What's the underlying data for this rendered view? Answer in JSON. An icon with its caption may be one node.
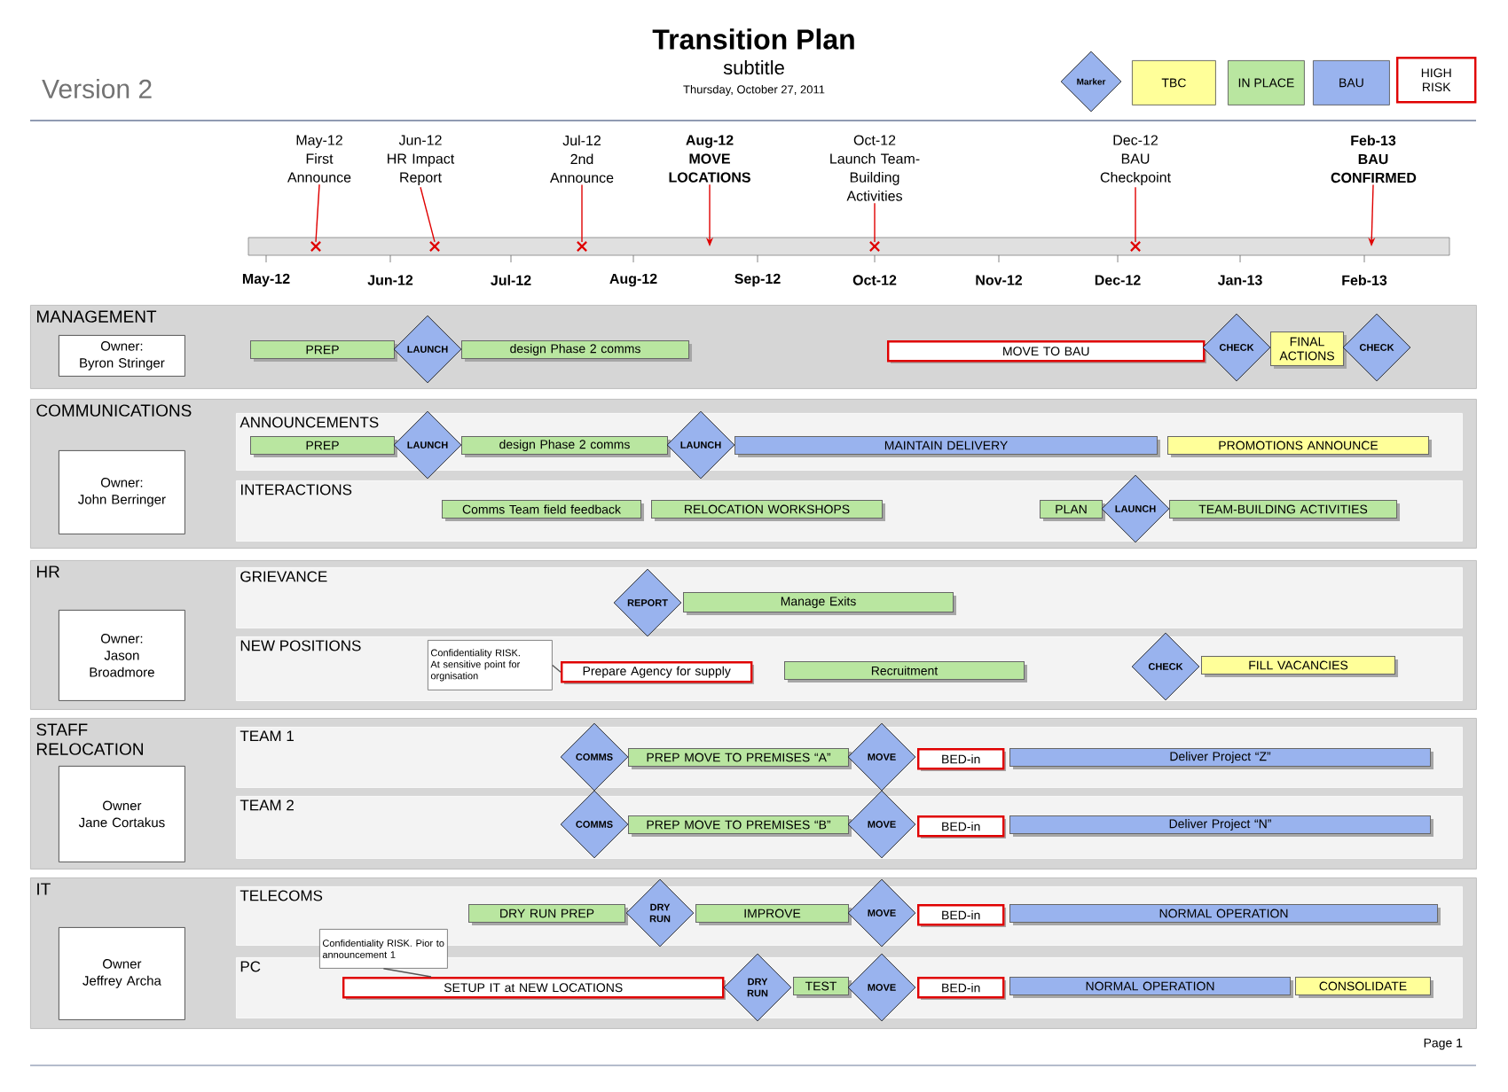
{
  "diagram": {
    "title": "Transition Plan",
    "nodes": [
      {
        "text": [
          "May-12",
          "First Announce"
        ]
      },
      {
        "text": [
          "Jun-12",
          "HR Impact Report"
        ]
      },
      {
        "text": [
          "Jul-12",
          "2nd Announce"
        ]
      },
      {
        "text": [
          "Aug-12",
          "MOVE LOCATIONS"
        ]
      },
      {
        "text": [
          "Oct-12",
          "Launch Team-Building Activities"
        ]
      },
      {
        "text": [
          "Dec-12",
          "BAU Checkpoint"
        ]
      },
      {
        "text": [
          "Feb-13",
          "BAU CONFIRMED"
        ]
      },
      {
        "text": [
          "MANAGEMENT"
        ]
      },
      {
        "text": [
          "Owner:",
          "Byron Stringer"
        ],
        "in": 7
      },
      {
        "text": [
          "PREP"
        ],
        "in": 7
      },
      {
        "text": [
          "LAUNCH"
        ],
        "in": 7
      },
      {
        "text": [
          "design Phase 2 comms"
        ],
        "in": 7
      },
      {
        "text": [
          "MOVE TO BAU"
        ],
        "in": 7
      },
      {
        "text": [
          "CHECK"
        ],
        "in": 7
      },
      {
        "text": [
          "FINAL ACTIONS"
        ],
        "in": 7
      },
      {
        "text": [
          "CHECK"
        ],
        "in": 7
      },
      {
        "text": [
          "COMMUNICATIONS"
        ]
      },
      {
        "text": [
          "Owner:",
          "John Berringer"
        ],
        "in": 16
      },
      {
        "text": [
          "ANNOUNCEMENTS"
        ],
        "in": 16
      },
      {
        "text": [
          "PREP"
        ],
        "in": 18
      },
      {
        "text": [
          "LAUNCH"
        ],
        "in": 18
      },
      {
        "text": [
          "design Phase 2 comms"
        ],
        "in": 18
      },
      {
        "text": [
          "LAUNCH"
        ],
        "in": 18
      },
      {
        "text": [
          "MAINTAIN DELIVERY"
        ],
        "in": 18
      },
      {
        "text": [
          "PROMOTIONS ANNOUNCE"
        ],
        "in": 18
      },
      {
        "text": [
          "INTERACTIONS"
        ],
        "in": 16
      },
      {
        "text": [
          "Comms Team field feedback"
        ],
        "in": 25
      },
      {
        "text": [
          "RELOCATION WORKSHOPS"
        ],
        "in": 25
      },
      {
        "text": [
          "PLAN"
        ],
        "in": 25
      },
      {
        "text": [
          "LAUNCH"
        ],
        "in": 25
      },
      {
        "text": [
          "TEAM-BUILDING ACTIVITIES"
        ],
        "in": 25
      },
      {
        "text": [
          "HR"
        ]
      },
      {
        "text": [
          "Owner:",
          "Jason Broadmore"
        ],
        "in": 31
      },
      {
        "text": [
          "GRIEVANCE"
        ],
        "in": 31
      },
      {
        "text": [
          "REPORT"
        ],
        "in": 33
      },
      {
        "text": [
          "Manage Exits"
        ],
        "in": 33
      },
      {
        "text": [
          "NEW POSITIONS"
        ],
        "in": 31
      },
      {
        "text": [
          "Confidentiality RISK. At sensitive point for orgnisation"
        ],
        "in": 36
      },
      {
        "text": [
          "Prepare Agency for supply"
        ],
        "in": 36
      },
      {
        "text": [
          "Recruitment"
        ],
        "in": 36
      },
      {
        "text": [
          "CHECK"
        ],
        "in": 36
      },
      {
        "text": [
          "FILL VACANCIES"
        ],
        "in": 36
      },
      {
        "text": [
          "STAFF RELOCATION"
        ]
      },
      {
        "text": [
          "Owner",
          "Jane Cortakus"
        ],
        "in": 42
      },
      {
        "text": [
          "TEAM 1"
        ],
        "in": 42
      },
      {
        "text": [
          "COMMS"
        ],
        "in": 44
      },
      {
        "text": [
          "PREP MOVE TO PREMISES “A”"
        ],
        "in": 44
      },
      {
        "text": [
          "MOVE"
        ],
        "in": 44
      },
      {
        "text": [
          "BED-in"
        ],
        "in": 44
      },
      {
        "text": [
          "Deliver Project “Z”"
        ],
        "in": 44
      },
      {
        "text": [
          "TEAM 2"
        ],
        "in": 42
      },
      {
        "text": [
          "COMMS"
        ],
        "in": 50
      },
      {
        "text": [
          "PREP MOVE TO PREMISES “B”"
        ],
        "in": 50
      },
      {
        "text": [
          "MOVE"
        ],
        "in": 50
      },
      {
        "text": [
          "BED-in"
        ],
        "in": 50
      },
      {
        "text": [
          "Deliver Project “N”"
        ],
        "in": 50
      },
      {
        "text": [
          "IT"
        ]
      },
      {
        "text": [
          "Owner",
          "Jeffrey Archa"
        ],
        "in": 56
      },
      {
        "text": [
          "TELECOMS"
        ],
        "in": 56
      },
      {
        "text": [
          "DRY RUN PREP"
        ],
        "in": 58
      },
      {
        "text": [
          "DRY RUN"
        ],
        "in": 58
      },
      {
        "text": [
          "IMPROVE"
        ],
        "in": 58
      },
      {
        "text": [
          "MOVE"
        ],
        "in": 58
      },
      {
        "text": [
          "BED-in"
        ],
        "in": 58
      },
      {
        "text": [
          "NORMAL OPERATION"
        ],
        "in": 58
      },
      {
        "text": [
          "PC"
        ],
        "in": 56
      },
      {
        "text": [
          "Confidentiality RISK. Pior to announcement 1"
        ],
        "in": 56
      },
      {
        "text": [
          "SETUP IT at NEW LOCATIONS"
        ],
        "in": 65
      },
      {
        "text": [
          "DRY RUN"
        ],
        "in": 65
      },
      {
        "text": [
          "TEST"
        ],
        "in": 65
      },
      {
        "text": [
          "MOVE"
        ],
        "in": 65
      },
      {
        "text": [
          "BED-in"
        ],
        "in": 65
      },
      {
        "text": [
          "NORMAL OPERATION"
        ],
        "in": 65
      },
      {
        "text": [
          "CONSOLIDATE"
        ],
        "in": 65
      },
      {
        "text": [],
        "shape": "cross"
      },
      {
        "text": [],
        "shape": "cross"
      },
      {
        "text": [],
        "shape": "cross"
      },
      {
        "text": [],
        "shape": "cross"
      },
      {
        "text": [],
        "shape": "cross"
      }
    ],
    "edges": [
      {
        "from": 0,
        "to": 74,
        "arrow": "none"
      },
      {
        "from": 1,
        "to": 75,
        "arrow": "none"
      },
      {
        "from": 2,
        "to": 76,
        "arrow": "none"
      },
      {
        "from": 3,
        "to": null,
        "arrow": "to"
      },
      {
        "from": 4,
        "to": 77,
        "arrow": "none"
      },
      {
        "from": 5,
        "to": 78,
        "arrow": "none"
      },
      {
        "from": 6,
        "to": null,
        "arrow": "to"
      },
      {
        "from": 37,
        "to": 38,
        "arrow": "none",
        "color": "#555555"
      },
      {
        "from": 66,
        "to": 67,
        "arrow": "none",
        "color": "#555555"
      }
    ],
    "labels": [
      "Version 2",
      "subtitle",
      "Thursday, October 27, 2011",
      "May-12",
      "Jun-12",
      "Jul-12",
      "Aug-12",
      "Sep-12",
      "Oct-12",
      "Nov-12",
      "Dec-12",
      "Jan-13",
      "Feb-13",
      "Page 1"
    ],
    "legend": [
      {
        "text": "Marker"
      },
      {
        "text": "TBC",
        "color": "#ffff99"
      },
      {
        "text": "IN PLACE",
        "color": "#b9e6a0"
      },
      {
        "text": "BAU",
        "color": "#99b3ee"
      },
      {
        "text": "HIGH RISK"
      }
    ]
  }
}
